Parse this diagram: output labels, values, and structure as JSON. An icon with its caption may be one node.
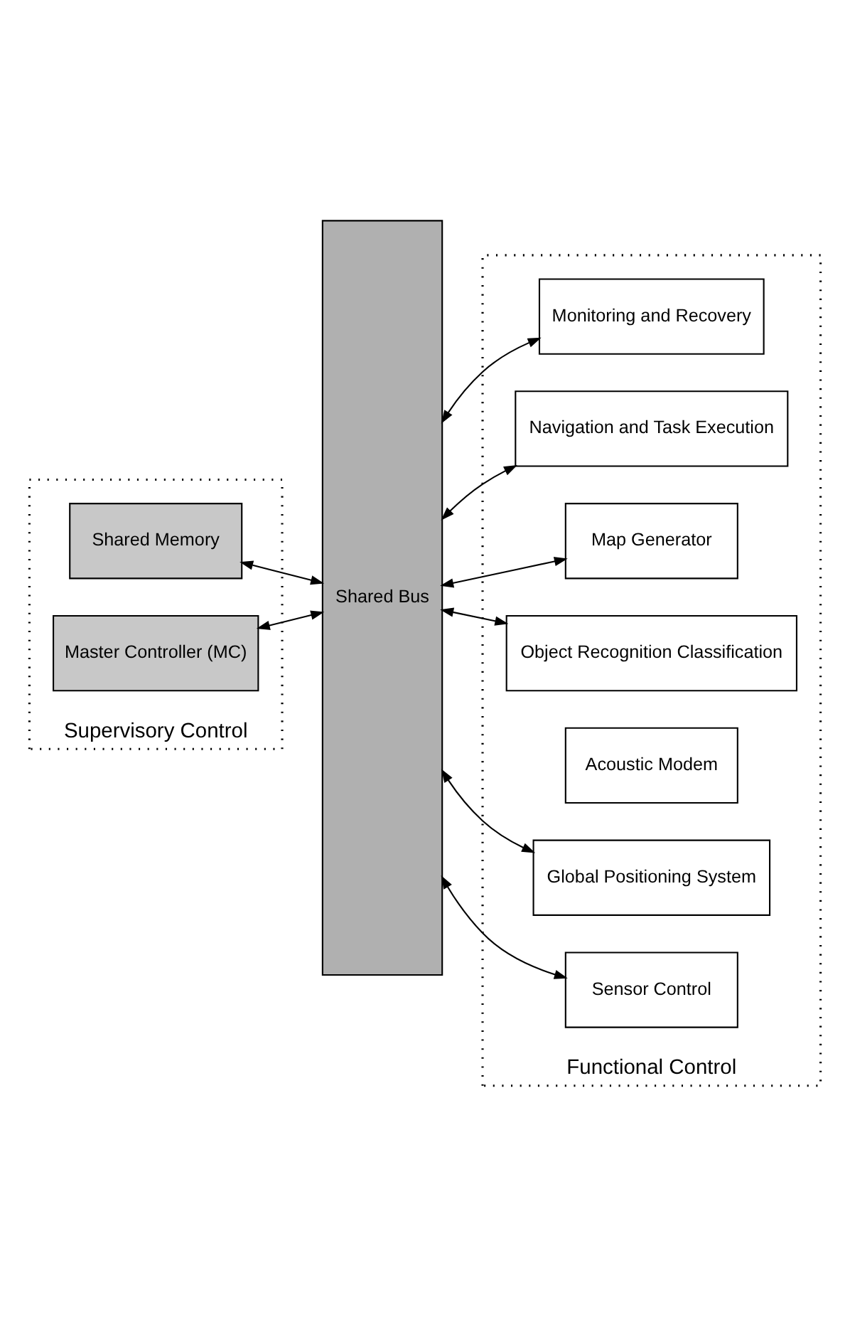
{
  "diagram": {
    "nodes": [
      {
        "text": [
          "Supervisory Control"
        ]
      },
      {
        "text": [
          "Master Controller (MC)"
        ],
        "in": 0
      },
      {
        "text": [
          "Shared Memory"
        ],
        "in": 0
      },
      {
        "text": [
          "Shared Bus"
        ]
      },
      {
        "text": [
          "Functional Control"
        ]
      },
      {
        "text": [
          "Sensor Control"
        ],
        "in": 4
      },
      {
        "text": [
          "Global Positioning System"
        ],
        "in": 4
      },
      {
        "text": [
          "Acoustic Modem"
        ],
        "in": 4
      },
      {
        "text": [
          "Object Recognition Classification"
        ],
        "in": 4
      },
      {
        "text": [
          "Map Generator"
        ],
        "in": 4
      },
      {
        "text": [
          "Navigation and Task Execution"
        ],
        "in": 4
      },
      {
        "text": [
          "Monitoring and Recovery"
        ],
        "in": 4
      }
    ],
    "edges": [
      {
        "from": 1,
        "to": 3,
        "arrow": "both"
      },
      {
        "from": 2,
        "to": 3,
        "arrow": "both"
      },
      {
        "from": 3,
        "to": 5,
        "arrow": "both"
      },
      {
        "from": 3,
        "to": 6,
        "arrow": "both"
      },
      {
        "from": 3,
        "to": 8,
        "arrow": "both"
      },
      {
        "from": 3,
        "to": 9,
        "arrow": "both"
      },
      {
        "from": 3,
        "to": 10,
        "arrow": "both"
      },
      {
        "from": 3,
        "to": 11,
        "arrow": "both"
      }
    ]
  }
}
